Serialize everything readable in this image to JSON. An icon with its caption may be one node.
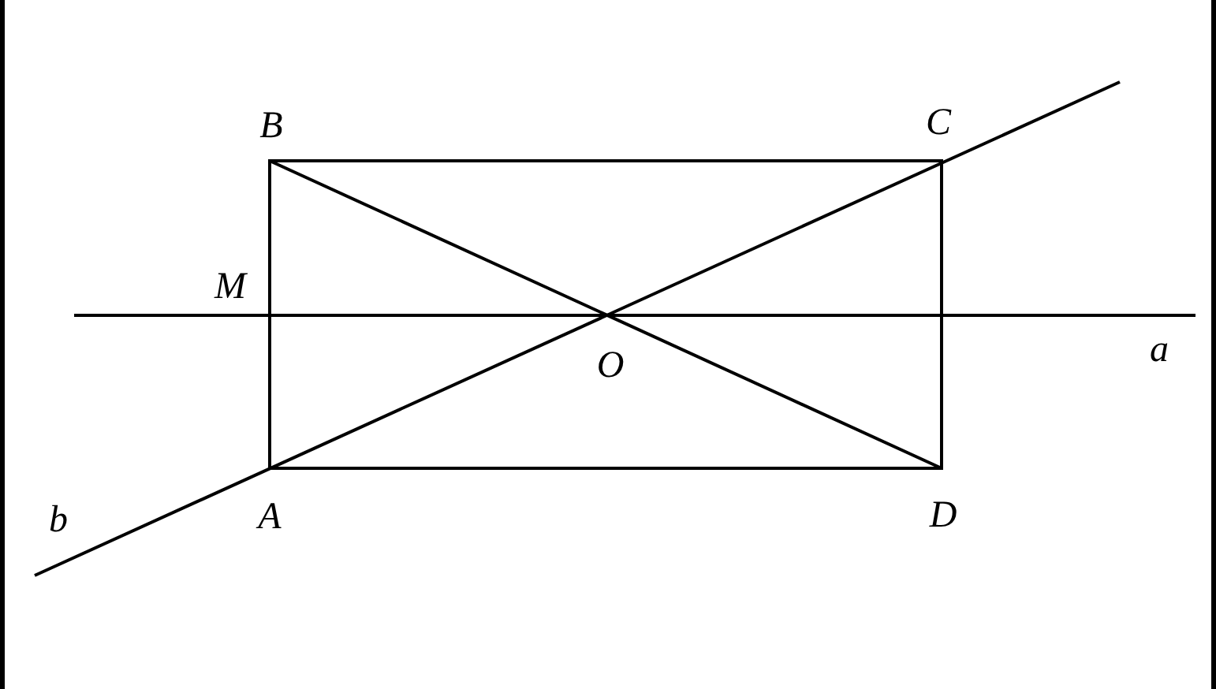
{
  "diagram": {
    "labels": [
      "B",
      "C",
      "M",
      "O",
      "a",
      "b",
      "A",
      "D"
    ]
  }
}
